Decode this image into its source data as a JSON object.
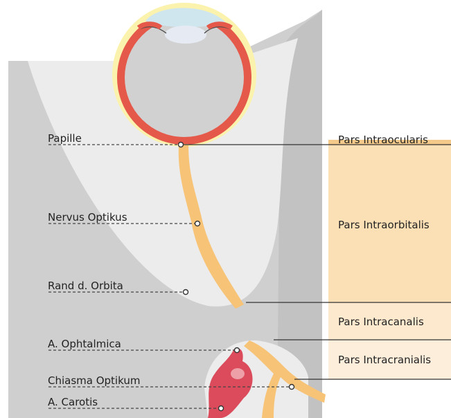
{
  "colors": {
    "bone_dark": "#c9c9c9",
    "orbit_light": "#e9e9e9",
    "nerve": "#f7c377",
    "retina_red": "#e5594b",
    "sclera_yellow": "#fbf3ad",
    "lens_blue": "#cfe6ef",
    "carotid": "#db4b5c",
    "segment_fill": "#fbe5c4",
    "segment_fill_strong": "#f7d8a8"
  },
  "labels": {
    "papille": "Papille",
    "nervus_optikus": "Nervus Optikus",
    "rand_orbita": "Rand d. Orbita",
    "a_ophtalmica": "A. Ophtalmica",
    "chiasma_optikum": "Chiasma Optikum",
    "a_carotis": "A. Carotis"
  },
  "segments": {
    "intraocularis": "Pars Intraocularis",
    "intraorbitalis": "Pars Intraorbitalis",
    "intracanalis": "Pars Intracanalis",
    "intracranialis": "Pars Intracranialis"
  }
}
